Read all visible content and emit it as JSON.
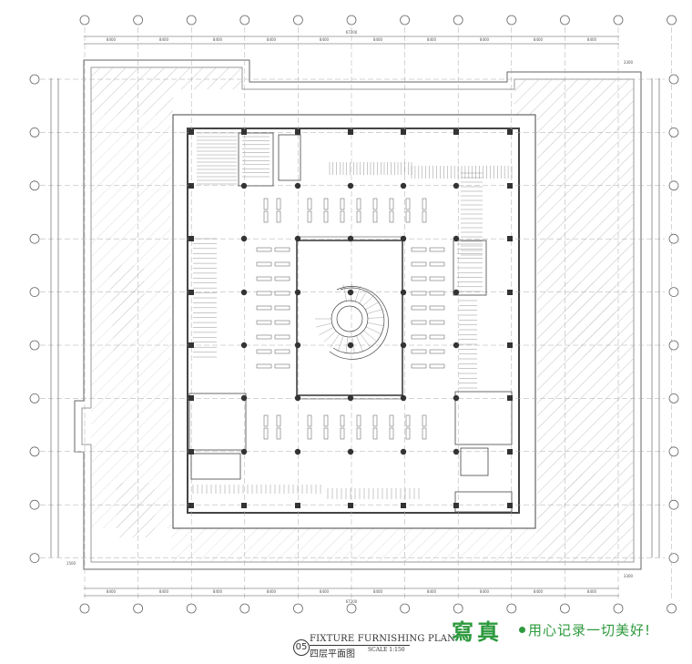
{
  "drawing": {
    "number": "05",
    "title_en": "FIXTURE FURNISHING PLAN",
    "title_cn": "四层平面图",
    "scale": "SCALE 1:150"
  },
  "grid": {
    "column_bubbles": 12,
    "row_bubbles": 10,
    "bay_label": "8400",
    "overall_label": "67200",
    "edge_dim": "3300",
    "offset_dim": "1500"
  },
  "watermark": {
    "logo_text": "寫真",
    "slogan": "用心记录一切美好!",
    "color": "#2e9a3e"
  },
  "colors": {
    "line": "#555555",
    "wall": "#333333",
    "hatch": "#bbbbbb",
    "bubble": "#666666"
  }
}
